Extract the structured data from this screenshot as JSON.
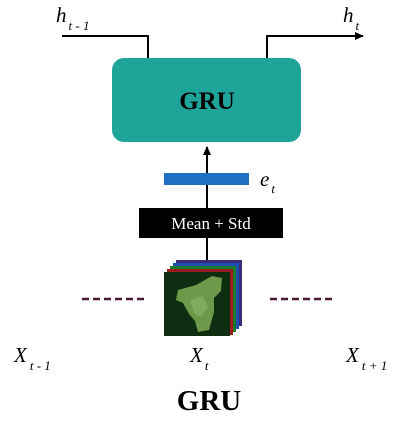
{
  "diagram": {
    "gru_block_label": "GRU",
    "feature_op_label": "Mean + Std",
    "feature_vector_label_main": "e",
    "feature_vector_label_sub": "t",
    "hidden_in_label_main": "h",
    "hidden_in_label_sub": "t - 1",
    "hidden_out_label_main": "h",
    "hidden_out_label_sub": "t",
    "input_prev_main": "X",
    "input_prev_sub": "t - 1",
    "input_curr_main": "X",
    "input_curr_sub": "t",
    "input_next_main": "X",
    "input_next_sub": "t + 1",
    "caption": "GRU"
  },
  "colors": {
    "gru_block": "#1fa49a",
    "feature_vector": "#1f6fc4",
    "feature_op_box": "#000000",
    "dashes": "#4a1a3a",
    "arrow": "#000000",
    "image_field": "#0f2d10",
    "image_patch": "#6d9a4a"
  }
}
